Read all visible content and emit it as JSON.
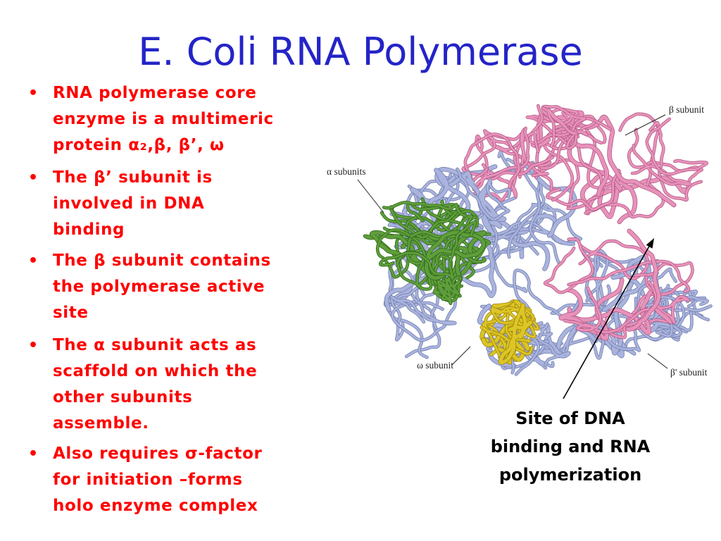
{
  "slide": {
    "title": "E. Coli RNA Polymerase"
  },
  "bullet_marker": "•",
  "bullets": [
    {
      "lines": [
        "RNA polymerase core",
        "enzyme is a multimeric",
        "protein α₂,β, β’, ω"
      ]
    },
    {
      "lines": [
        "The β’ subunit is",
        "involved in DNA",
        "binding"
      ]
    },
    {
      "lines": [
        "The β subunit contains",
        "the polymerase active",
        "site"
      ]
    },
    {
      "lines": [
        "The α subunit acts as",
        "scaffold on which the",
        "other subunits",
        "assemble."
      ]
    },
    {
      "lines": [
        "Also requires σ-factor",
        "for initiation –forms",
        "holo enzyme complex"
      ]
    }
  ],
  "figure": {
    "labels": {
      "beta": "β subunit",
      "alpha": "α subunits",
      "omega": "ω subunit",
      "beta_prime": "β' subunit"
    },
    "ribbon_colors": {
      "pink": "#e792bb",
      "lavender": "#aab3de",
      "green": "#5f9e3a",
      "yellow": "#ddc525"
    },
    "ribbon_outline_colors": {
      "pink": "#b55a85",
      "lavender": "#7280ad",
      "green": "#2f6a1c",
      "yellow": "#9c860c"
    },
    "caption_lines": [
      "Site of DNA",
      "binding and RNA",
      "polymerization"
    ]
  },
  "colors": {
    "title": "#2424c8",
    "bullet_text": "#ff0000",
    "caption": "#000000",
    "leader_line": "#222222"
  }
}
